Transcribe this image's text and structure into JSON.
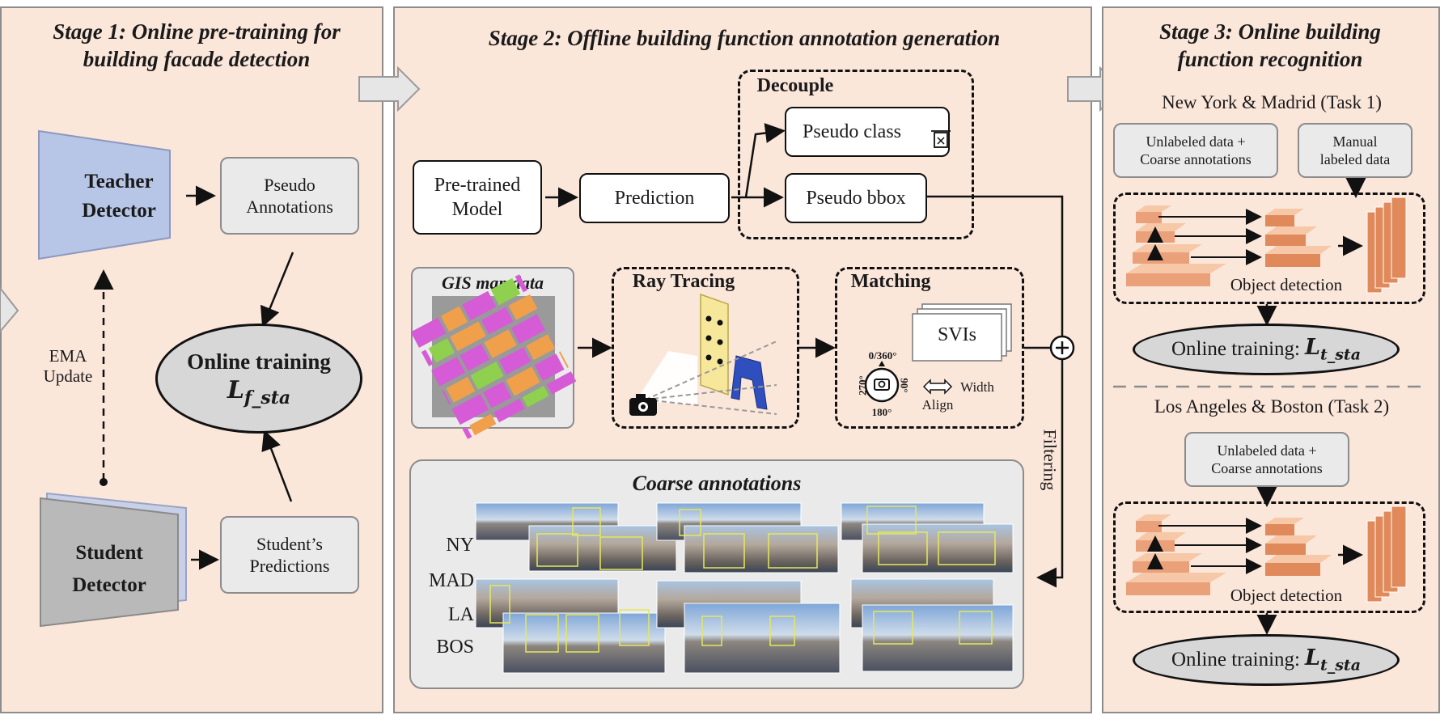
{
  "stage1": {
    "title_line1": "Stage 1: Online pre-training for",
    "title_line2": "building facade detection",
    "teacher_line1": "Teacher",
    "teacher_line2": "Detector",
    "student_line1": "Student",
    "student_line2": "Detector",
    "pseudo_annotations_line1": "Pseudo",
    "pseudo_annotations_line2": "Annotations",
    "student_predictions_line1": "Student’s",
    "student_predictions_line2": "Predictions",
    "ema_line1": "EMA",
    "ema_line2": "Update",
    "online_training_label": "Online training",
    "loss_symbol": "L",
    "loss_subscript": "f_sta"
  },
  "stage2": {
    "title": "Stage 2: Offline building function annotation generation",
    "pretrained_line1": "Pre-trained",
    "pretrained_line2": "Model",
    "prediction": "Prediction",
    "decouple": "Decouple",
    "pseudo_class": "Pseudo class",
    "pseudo_bbox": "Pseudo bbox",
    "gis_map": "GIS map data",
    "ray_tracing": "Ray Tracing",
    "matching": "Matching",
    "svis": "SVIs",
    "compass_0": "0/360°",
    "compass_90": "90°",
    "compass_180": "180°",
    "compass_270": "270°",
    "width": "Width",
    "align": "Align",
    "filtering": "Filtering",
    "coarse_annotations": "Coarse annotations",
    "cities": [
      "NY",
      "MAD",
      "LA",
      "BOS"
    ]
  },
  "stage3": {
    "title_line1": "Stage 3: Online building",
    "title_line2": "function recognition",
    "task1_title": "New York & Madrid (Task 1)",
    "task2_title": "Los Angeles & Boston (Task 2)",
    "unlabeled_line1": "Unlabeled data +",
    "unlabeled_line2": "Coarse annotations",
    "manual_line1": "Manual",
    "manual_line2": "labeled data",
    "object_detection": "Object detection",
    "online_training_label": "Online training:",
    "loss_symbol": "L",
    "loss_subscript": "t_sta"
  },
  "colors": {
    "panel_bg": "#fbe6da",
    "teacher": "#b7c5e6",
    "student": "#b9b9b9",
    "block_orange": "#eaa079",
    "map_magenta": "#d65bd6",
    "map_orange": "#f0a04a",
    "map_green": "#8fd14f"
  }
}
